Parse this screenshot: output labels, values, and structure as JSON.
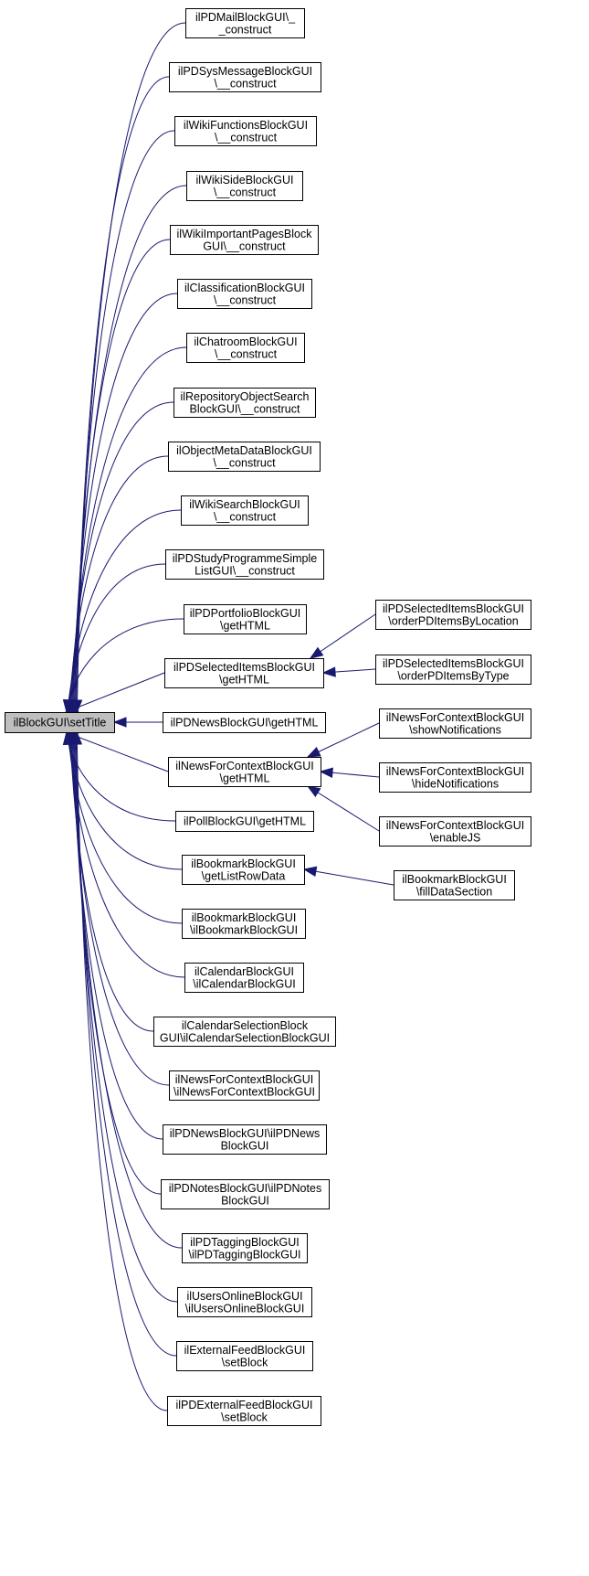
{
  "colors": {
    "edge": "#191970",
    "box_border": "#000000",
    "box_fill": "#ffffff",
    "root_fill": "#bfbfbf",
    "text": "#000000"
  },
  "root": {
    "id": "root",
    "lines": [
      "ilBlockGUI\\setTitle"
    ]
  },
  "callers": [
    {
      "id": "n1",
      "lines": [
        "ilPDMailBlockGUI\\_",
        "_construct"
      ]
    },
    {
      "id": "n2",
      "lines": [
        "ilPDSysMessageBlockGUI",
        "\\__construct"
      ]
    },
    {
      "id": "n3",
      "lines": [
        "ilWikiFunctionsBlockGUI",
        "\\__construct"
      ]
    },
    {
      "id": "n4",
      "lines": [
        "ilWikiSideBlockGUI",
        "\\__construct"
      ]
    },
    {
      "id": "n5",
      "lines": [
        "ilWikiImportantPagesBlock",
        "GUI\\__construct"
      ]
    },
    {
      "id": "n6",
      "lines": [
        "ilClassificationBlockGUI",
        "\\__construct"
      ]
    },
    {
      "id": "n7",
      "lines": [
        "ilChatroomBlockGUI",
        "\\__construct"
      ]
    },
    {
      "id": "n8",
      "lines": [
        "ilRepositoryObjectSearch",
        "BlockGUI\\__construct"
      ]
    },
    {
      "id": "n9",
      "lines": [
        "ilObjectMetaDataBlockGUI",
        "\\__construct"
      ]
    },
    {
      "id": "n10",
      "lines": [
        "ilWikiSearchBlockGUI",
        "\\__construct"
      ]
    },
    {
      "id": "n11",
      "lines": [
        "ilPDStudyProgrammeSimple",
        "ListGUI\\__construct"
      ]
    },
    {
      "id": "n12",
      "lines": [
        "ilPDPortfolioBlockGUI",
        "\\getHTML"
      ]
    },
    {
      "id": "n13",
      "lines": [
        "ilPDSelectedItemsBlockGUI",
        "\\getHTML"
      ]
    },
    {
      "id": "n14",
      "lines": [
        "ilPDNewsBlockGUI\\getHTML"
      ]
    },
    {
      "id": "n15",
      "lines": [
        "ilNewsForContextBlockGUI",
        "\\getHTML"
      ]
    },
    {
      "id": "n16",
      "lines": [
        "ilPollBlockGUI\\getHTML"
      ]
    },
    {
      "id": "n17",
      "lines": [
        "ilBookmarkBlockGUI",
        "\\getListRowData"
      ]
    },
    {
      "id": "n18",
      "lines": [
        "ilBookmarkBlockGUI",
        "\\ilBookmarkBlockGUI"
      ]
    },
    {
      "id": "n19",
      "lines": [
        "ilCalendarBlockGUI",
        "\\ilCalendarBlockGUI"
      ]
    },
    {
      "id": "n20",
      "lines": [
        "ilCalendarSelectionBlock",
        "GUI\\ilCalendarSelectionBlockGUI"
      ]
    },
    {
      "id": "n21",
      "lines": [
        "ilNewsForContextBlockGUI",
        "\\ilNewsForContextBlockGUI"
      ]
    },
    {
      "id": "n22",
      "lines": [
        "ilPDNewsBlockGUI\\ilPDNews",
        "BlockGUI"
      ]
    },
    {
      "id": "n23",
      "lines": [
        "ilPDNotesBlockGUI\\ilPDNotes",
        "BlockGUI"
      ]
    },
    {
      "id": "n24",
      "lines": [
        "ilPDTaggingBlockGUI",
        "\\ilPDTaggingBlockGUI"
      ]
    },
    {
      "id": "n25",
      "lines": [
        "ilUsersOnlineBlockGUI",
        "\\ilUsersOnlineBlockGUI"
      ]
    },
    {
      "id": "n26",
      "lines": [
        "ilExternalFeedBlockGUI",
        "\\setBlock"
      ]
    },
    {
      "id": "n27",
      "lines": [
        "ilPDExternalFeedBlockGUI",
        "\\setBlock"
      ]
    }
  ],
  "second_level": [
    {
      "id": "m1",
      "target": "n13",
      "lines": [
        "ilPDSelectedItemsBlockGUI",
        "\\orderPDItemsByLocation"
      ]
    },
    {
      "id": "m2",
      "target": "n13",
      "lines": [
        "ilPDSelectedItemsBlockGUI",
        "\\orderPDItemsByType"
      ]
    },
    {
      "id": "m3",
      "target": "n15",
      "lines": [
        "ilNewsForContextBlockGUI",
        "\\showNotifications"
      ]
    },
    {
      "id": "m4",
      "target": "n15",
      "lines": [
        "ilNewsForContextBlockGUI",
        "\\hideNotifications"
      ]
    },
    {
      "id": "m5",
      "target": "n15",
      "lines": [
        "ilNewsForContextBlockGUI",
        "\\enableJS"
      ]
    },
    {
      "id": "m6",
      "target": "n17",
      "lines": [
        "ilBookmarkBlockGUI",
        "\\fillDataSection"
      ]
    }
  ]
}
